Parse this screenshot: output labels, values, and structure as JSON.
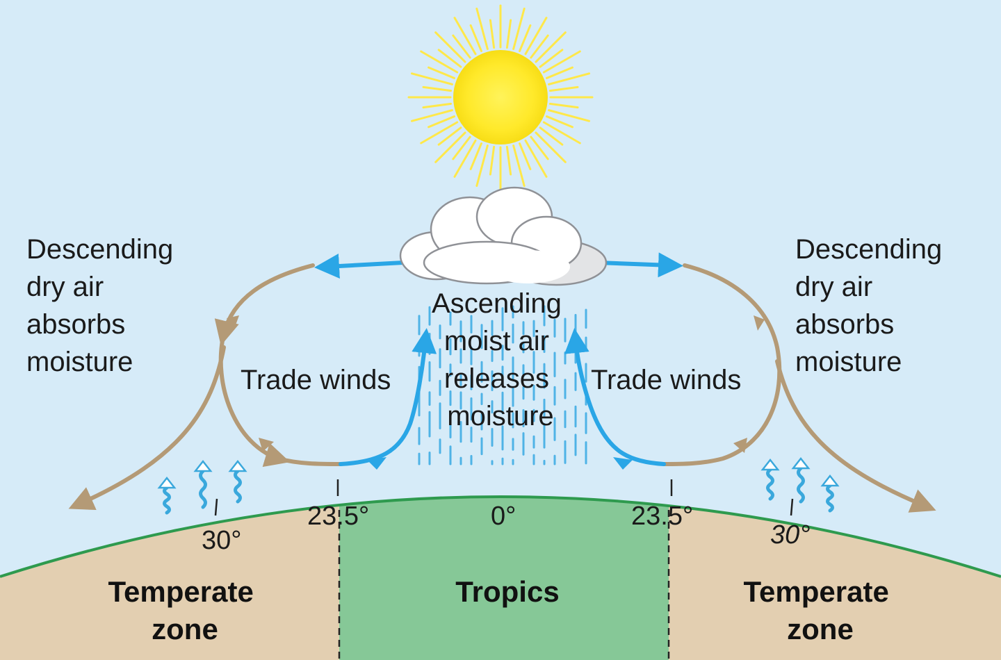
{
  "colors": {
    "sky": "#d6ebf8",
    "sun": "#fff12e",
    "sun_rays": "#ffe84a",
    "cloud": "#ffffff",
    "cloud_shade": "#e3e4e6",
    "wind_moist": "#2aa6e6",
    "wind_dry": "#b49a76",
    "evaporation": "#3aa8dc",
    "rain": "#4fb3e6",
    "land_temperate": "#e3cfb1",
    "land_tropics": "#86c897",
    "earth_edge": "#2e9a4e"
  },
  "icons": [
    "sun-icon",
    "cloud-icon",
    "rain-icon",
    "evaporation-icon"
  ],
  "labels": {
    "descending_left": [
      "Descending",
      "dry air",
      "absorbs",
      "moisture"
    ],
    "descending_right": [
      "Descending",
      "dry air",
      "absorbs",
      "moisture"
    ],
    "ascending": [
      "Ascending",
      "moist air",
      "releases",
      "moisture"
    ],
    "trade_winds_left": "Trade winds",
    "trade_winds_right": "Trade winds"
  },
  "latitudes": {
    "left_30": "30°",
    "left_23": "23.5°",
    "equator": "0°",
    "right_23": "23.5°",
    "right_30": "30°"
  },
  "zones": {
    "temperate_left": [
      "Temperate",
      "zone"
    ],
    "tropics": "Tropics",
    "temperate_right": [
      "Temperate",
      "zone"
    ]
  }
}
